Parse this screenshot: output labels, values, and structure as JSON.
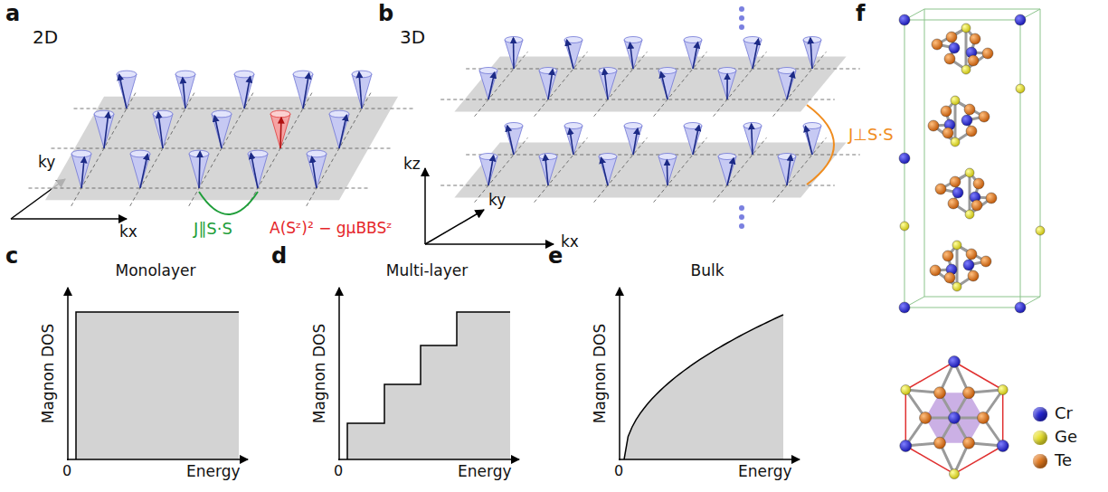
{
  "diagram": {
    "labels": [
      "a",
      "2D",
      "ky",
      "kx",
      "J∥S·S",
      "A(Sᶻ)² − gμBBSᶻ",
      "b",
      "3D",
      "kz",
      "ky",
      "kx",
      "J⊥S·S",
      "c",
      "Monolayer",
      "Magnon DOS",
      "0",
      "Energy",
      "d",
      "Multi-layer",
      "Magnon DOS",
      "0",
      "Energy",
      "e",
      "Bulk",
      "Magnon DOS",
      "0",
      "Energy",
      "f"
    ],
    "legend": [
      {
        "text": "Cr",
        "color": "#2424d4"
      },
      {
        "text": "Ge",
        "color": "#e9e12a"
      },
      {
        "text": "Te",
        "color": "#e2781c"
      }
    ]
  }
}
